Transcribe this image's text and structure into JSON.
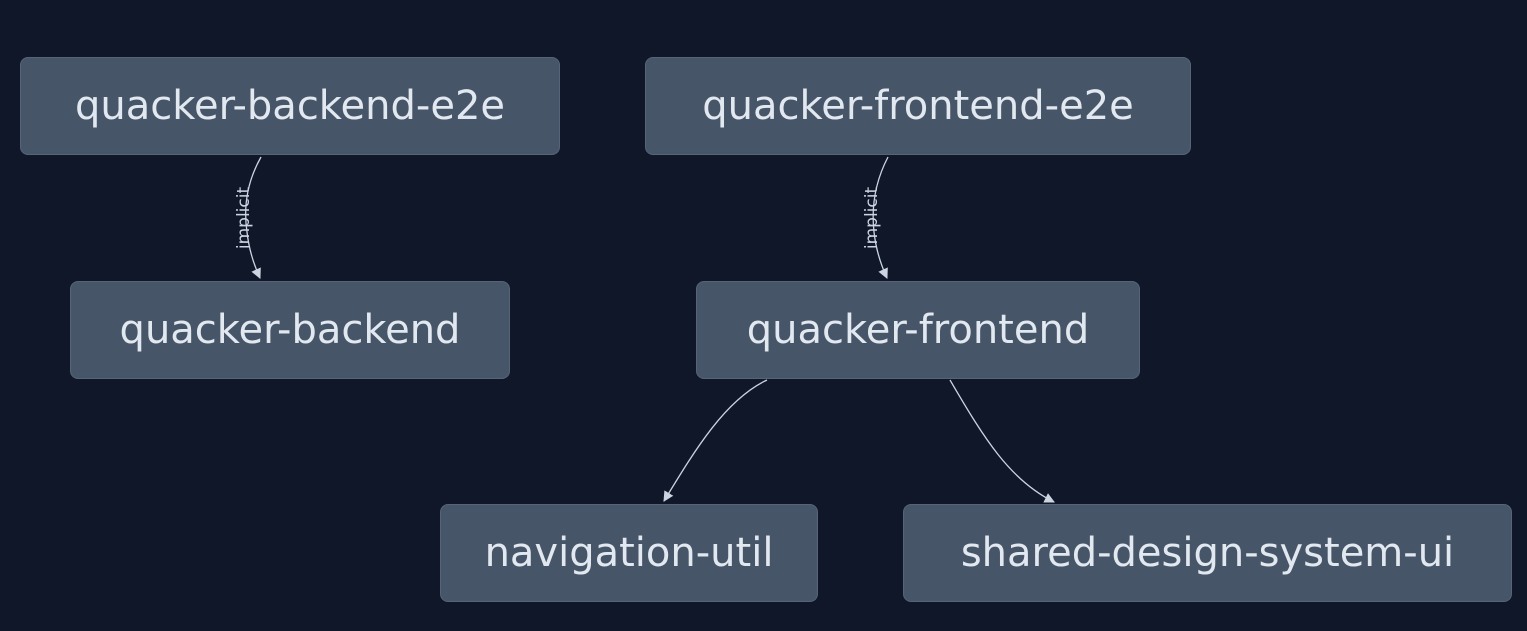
{
  "nodes": [
    {
      "id": "n1",
      "label": "quacker-backend-e2e"
    },
    {
      "id": "n2",
      "label": "quacker-frontend-e2e"
    },
    {
      "id": "n3",
      "label": "quacker-backend"
    },
    {
      "id": "n4",
      "label": "quacker-frontend"
    },
    {
      "id": "n5",
      "label": "navigation-util"
    },
    {
      "id": "n6",
      "label": "shared-design-system-ui"
    }
  ],
  "edges": [
    {
      "from": "quacker-backend-e2e",
      "to": "quacker-backend",
      "label": "implicit"
    },
    {
      "from": "quacker-frontend-e2e",
      "to": "quacker-frontend",
      "label": "implicit"
    },
    {
      "from": "quacker-frontend",
      "to": "navigation-util",
      "label": ""
    },
    {
      "from": "quacker-frontend",
      "to": "shared-design-system-ui",
      "label": ""
    }
  ],
  "colors": {
    "background": "#0f1729",
    "node_fill": "#475569",
    "node_text": "#e2e8f0",
    "edge": "#cbd5e1"
  }
}
